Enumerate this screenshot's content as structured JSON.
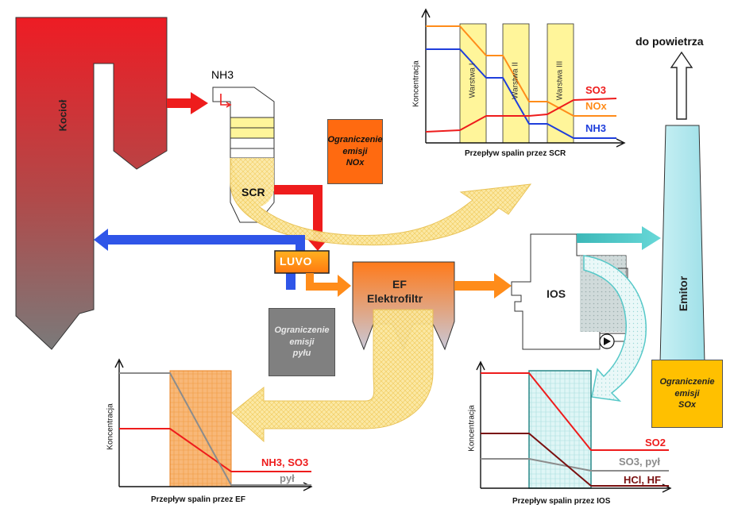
{
  "components": {
    "kociol": "Kocioł",
    "nh3_inlet": "NH3",
    "scr": "SCR",
    "luvo": "LUVO",
    "ef_line1": "EF",
    "ef_line2": "Elektrofiltr",
    "ios": "IOS",
    "emitor": "Emitor",
    "do_powietrza": "do powietrza"
  },
  "notes": {
    "nox": [
      "Ograniczenie",
      "emisji",
      "NOx"
    ],
    "pyl": [
      "Ograniczenie",
      "emisji",
      "pyłu"
    ],
    "sox": [
      "Ograniczenie",
      "emisji",
      "SOx"
    ]
  },
  "chart_scr": {
    "ylabel": "Koncentracja",
    "xlabel": "Przepływ spalin przez SCR",
    "layers": [
      "Warstwa I",
      "Warstwa II",
      "Warstwa III"
    ],
    "series_labels": [
      "SO3",
      "NOx",
      "NH3"
    ]
  },
  "chart_ef": {
    "ylabel": "Koncentracja",
    "xlabel": "Przepływ spalin przez EF",
    "series_labels": [
      "NH3, SO3",
      "pył"
    ]
  },
  "chart_ios": {
    "ylabel": "Koncentracja",
    "xlabel": "Przepływ spalin przez IOS",
    "series_labels": [
      "SO2",
      "SO3, pył",
      "HCl, HF"
    ]
  },
  "colors": {
    "red": "#ee1c1c",
    "orange": "#ff8c1a",
    "blue": "#1f3fdc",
    "grey": "#8c8c8c",
    "darkred": "#7a1010",
    "yellow_band": "#fff59a",
    "cyan": "#45c8c8",
    "luvo": "#ff9a1a",
    "nox_note": "#ff6a10",
    "pyl_note": "#808080",
    "sox_note": "#ffc000"
  }
}
